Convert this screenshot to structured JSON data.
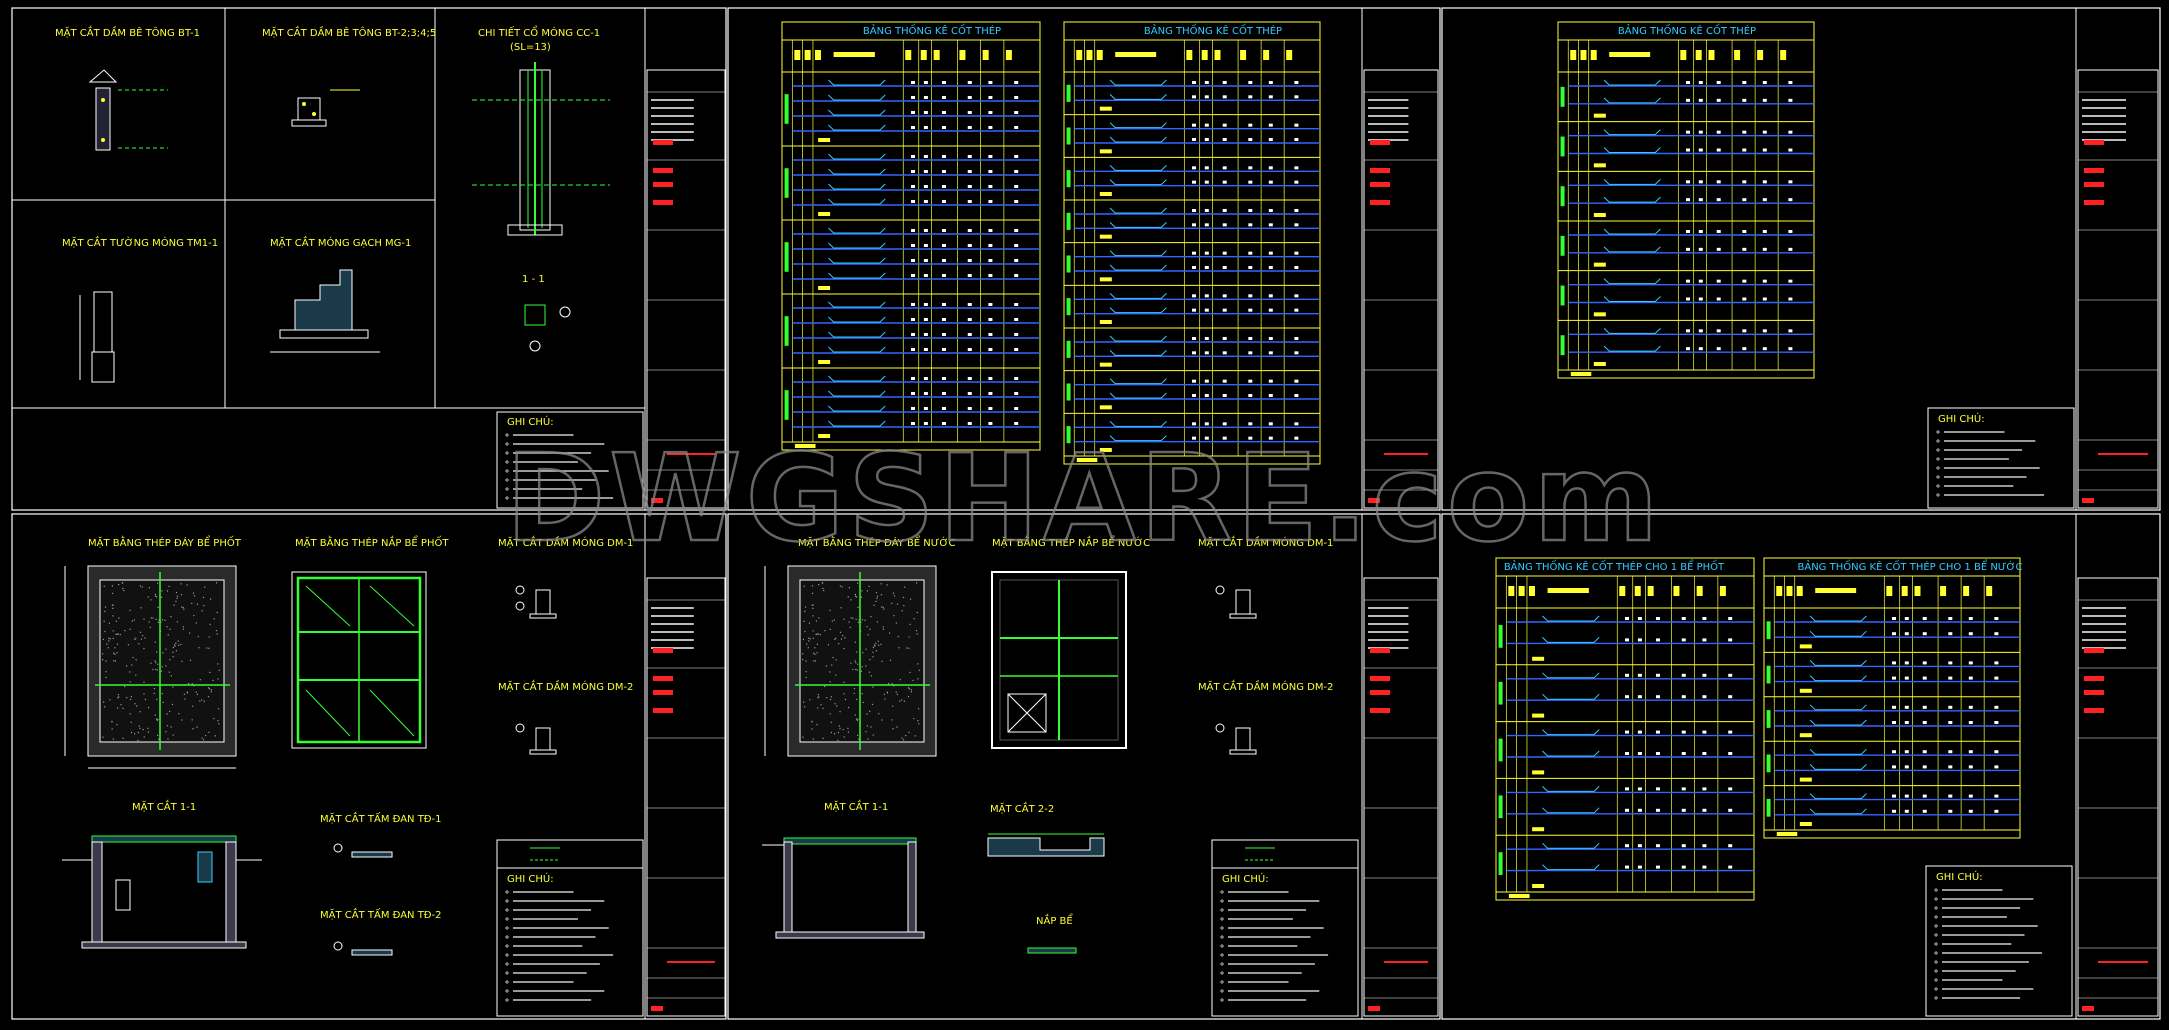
{
  "colors": {
    "background": "#000000",
    "frame": "#ffffff",
    "title_yellow": "#ffff33",
    "title_cyan": "#33ccff",
    "rebar_green": "#33ff33",
    "rebar_blue": "#3366ff",
    "stamp_red": "#ff2222",
    "watermark": "#888888"
  },
  "watermark": {
    "text": "DWGSHARE.com"
  },
  "sheet1": {
    "detail_titles": [
      "MẶT CẮT DẦM BÊ TÔNG BT-1",
      "MẶT CẮT DẦM BÊ TÔNG BT-2;3;4;5",
      "CHI TIẾT CỔ MÓNG CC-1",
      "MẶT CẮT TƯỜNG MÓNG TM1-1",
      "MẶT CẮT MÓNG GẠCH MG-1",
      "1 - 1"
    ],
    "scale_note": "(SL=13)",
    "notes_title": "GHI CHÚ:"
  },
  "sheet2": {
    "table_titles": [
      "BẢNG THỐNG KÊ CỐT THÉP",
      "BẢNG THỐNG KÊ CỐT THÉP"
    ]
  },
  "sheet3": {
    "table_titles": [
      "BẢNG THỐNG KÊ CỐT THÉP"
    ],
    "notes_title": "GHI CHÚ:"
  },
  "sheet4": {
    "detail_titles": [
      "MẶT BẰNG THÉP ĐÁY BỂ PHỐT",
      "MẶT BẰNG THÉP NẮP BỂ PHỐT",
      "MẶT CẮT DẦM MÓNG DM-1",
      "MẶT CẮT DẦM MÓNG DM-2",
      "MẶT CẮT 1-1",
      "MẶT CẮT TẤM ĐAN TĐ-1",
      "MẶT CẮT TẤM ĐAN TĐ-2"
    ],
    "notes_title": "GHI CHÚ:"
  },
  "sheet5": {
    "detail_titles": [
      "MẶT BẰNG THÉP ĐÁY BỂ NƯỚC",
      "MẶT BẰNG THÉP NẮP BỂ NƯỚC",
      "MẶT CẮT DẦM MÓNG DM-1",
      "MẶT CẮT DẦM MÓNG DM-2",
      "MẶT CẮT 1-1",
      "MẶT CẮT 2-2",
      "NẮP BỂ"
    ],
    "notes_title": "GHI CHÚ:"
  },
  "sheet6": {
    "table_titles": [
      "BẢNG THỐNG KÊ CỐT THÉP CHO 1 BỂ PHỐT",
      "BẢNG THỐNG KÊ CỐT THÉP CHO 1 BỂ NƯỚC"
    ],
    "notes_title": "GHI CHÚ:"
  }
}
